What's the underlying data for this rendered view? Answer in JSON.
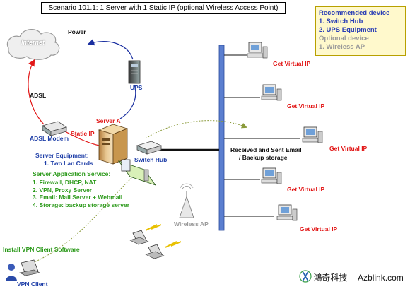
{
  "title": "Scenario 101.1: 1 Server with 1 Static IP (optional Wireless Access Point)",
  "recommended": {
    "heading": "Recommended device",
    "items": [
      "1. Switch Hub",
      "2. UPS Equipment"
    ],
    "optional_heading": "Optional device",
    "optional_items": [
      "1. Wireless AP"
    ]
  },
  "nodes": {
    "internet": "Internet",
    "power": "Power",
    "ups": "UPS",
    "adsl": "ADSL",
    "adsl_modem": "ADSL Modem",
    "static_ip": "Static IP",
    "server_a": "Server A",
    "switch_hub": "Switch Hub",
    "wireless_ap": "Wireless AP",
    "vpn_client": "VPN Client",
    "vpn_install": "Install VPN Client Software",
    "backup": [
      "Received and Sent Email",
      "/ Backup storage"
    ]
  },
  "server_equipment": {
    "heading": "Server Equipment:",
    "items": [
      "1. Two Lan Cards"
    ]
  },
  "server_services": {
    "heading": "Server Application Service:",
    "items": [
      "1. Firewall, DHCP, NAT",
      "2. VPN, Proxy Server",
      "3. Email: Mail Server + Webmail",
      "4. Storage: backup storage server"
    ]
  },
  "clients": [
    "Get Virtual IP",
    "Get Virtual IP",
    "Get Virtual IP",
    "Get Virtual IP",
    "Get Virtual IP"
  ],
  "brand": {
    "name": "鴻奇科技",
    "site": "Azblink.com"
  },
  "colors": {
    "backbone": "#5b7fd0",
    "adsl_line": "#e21818",
    "power_line": "#1a2fa0",
    "wireless_link": "#8a9a3a",
    "label_red": "#e21818",
    "label_navy": "#1f3fa8",
    "label_green": "#2d9a1c"
  }
}
